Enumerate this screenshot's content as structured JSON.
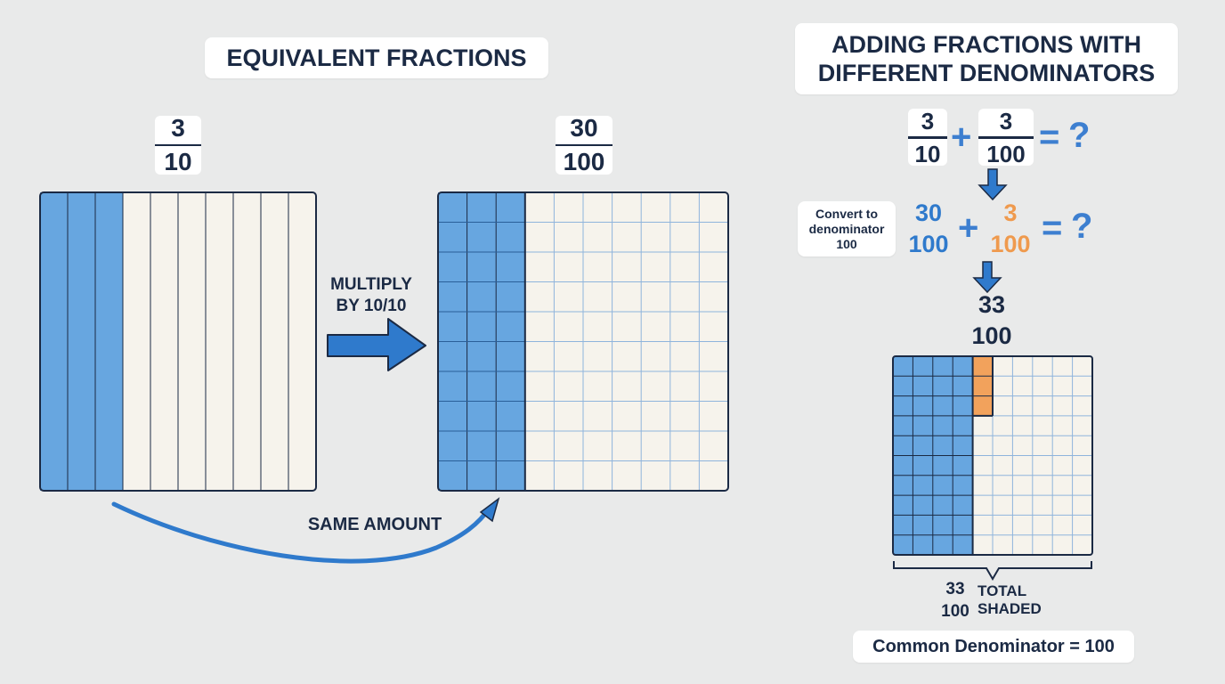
{
  "left_panel": {
    "title": "EQUIVALENT FRACTIONS",
    "fraction_a": {
      "numerator": "3",
      "denominator": "10"
    },
    "fraction_b": {
      "numerator": "30",
      "denominator": "100"
    },
    "multiply_label_line1": "MULTIPLY",
    "multiply_label_line2": "BY 10/10",
    "same_amount_label": "SAME AMOUNT",
    "model_a": {
      "columns": 10,
      "shaded_columns": 3
    },
    "model_b": {
      "columns": 10,
      "rows": 10,
      "shaded_columns": 3
    }
  },
  "right_panel": {
    "title_line1": "ADDING FRACTIONS WITH",
    "title_line2": "DIFFERENT DENOMINATORS",
    "eq1": {
      "a": {
        "numerator": "3",
        "denominator": "10"
      },
      "plus": "+",
      "b": {
        "numerator": "3",
        "denominator": "100"
      },
      "equals": "=",
      "question": "?"
    },
    "convert_note": {
      "line1": "Convert to",
      "line2": "denominator",
      "line3": "100"
    },
    "eq2": {
      "a": {
        "numerator": "30",
        "denominator": "100"
      },
      "plus": "+",
      "b": {
        "numerator": "3",
        "denominator": "100"
      },
      "equals": "=",
      "question": "?"
    },
    "result": {
      "numerator": "33",
      "denominator": "100"
    },
    "grid": {
      "columns": 10,
      "rows": 10,
      "blue_full_columns": 4,
      "orange_cells_in_column_5": 3
    },
    "total": {
      "numerator": "33",
      "denominator": "100",
      "label_line1": "TOTAL",
      "label_line2": "SHADED"
    },
    "common_denominator": "Common Denominator = 100"
  },
  "colors": {
    "background": "#e9eaea",
    "blue": "#67a6e0",
    "blue_dark": "#2f7acc",
    "orange": "#f2a25c",
    "orange_text": "#ef9a4e",
    "cream": "#f6f3ec",
    "navy": "#1b2a44"
  }
}
